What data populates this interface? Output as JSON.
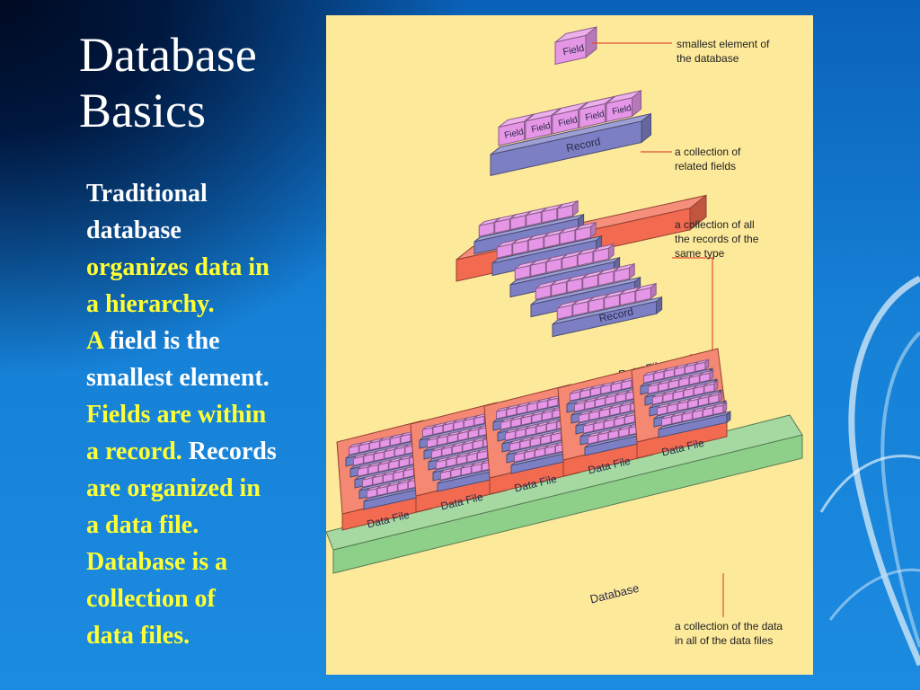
{
  "slide": {
    "title_line1": "Database",
    "title_line2": "Basics",
    "body": {
      "t1": "Traditional",
      "t2": "database",
      "t3": "organizes data in",
      "t4": "a hierarchy.",
      "t5a": "A",
      "t5b": "field is the",
      "t6": "smallest element.",
      "t7": "Fields are within",
      "t8a": "a record.",
      "t8b": "Records",
      "t9": "are organized in",
      "t10": "a data file.",
      "t11": "Database is a",
      "t12": "collection of",
      "t13": "data files."
    }
  },
  "diagram": {
    "field_label": "Field",
    "record_label": "Record",
    "datafile_label": "Data File",
    "database_label": "Database",
    "annotations": {
      "field_1": "smallest element of",
      "field_2": "the database",
      "record_1": "a collection of",
      "record_2": "related fields",
      "file_1": "a collection of all",
      "file_2": "the records of the",
      "file_3": "same type",
      "db_1": "a collection of the data",
      "db_2": "in all of the data files"
    },
    "colors": {
      "panel": "#fde99a",
      "field": "#e596e6",
      "record": "#7d7fc4",
      "data_file": "#f26a4f",
      "database": "#8ecf8a",
      "leader_line": "#e05030"
    }
  }
}
